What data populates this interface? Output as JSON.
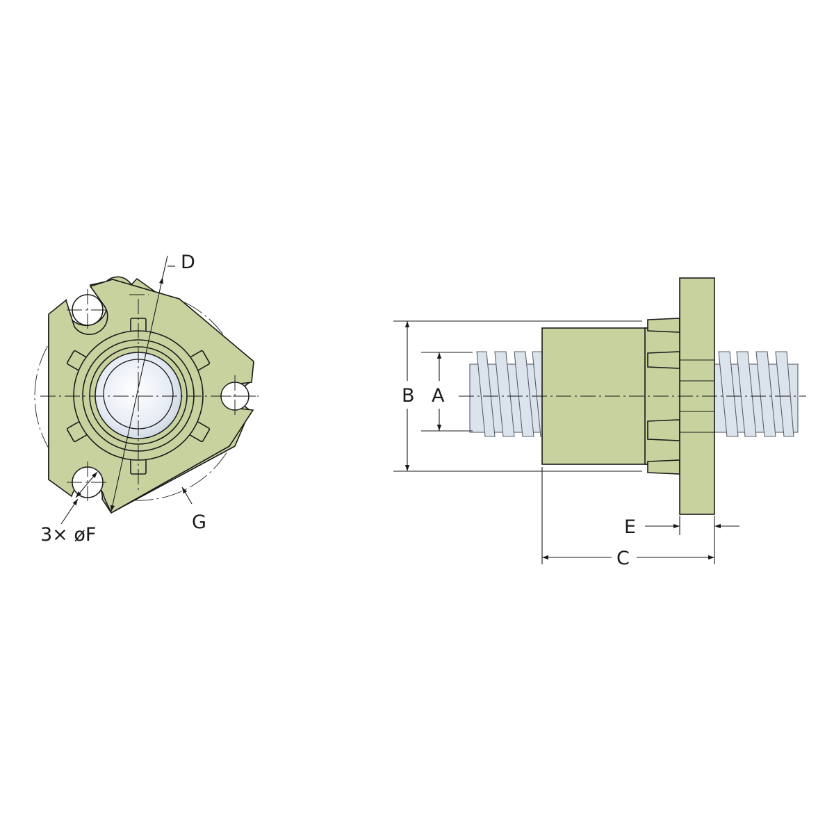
{
  "labels": {
    "front_view": {
      "pitch_dia": "D",
      "holes": "3× øF",
      "bolt_circle": "G"
    },
    "side_view": {
      "outer_dia": "B",
      "thread_dia": "A",
      "flange_width": "E",
      "total_length": "C"
    }
  },
  "colors": {
    "nut_body": "#c7d29f",
    "screw": "#dbe3ed",
    "line": "#1a1a1a"
  }
}
